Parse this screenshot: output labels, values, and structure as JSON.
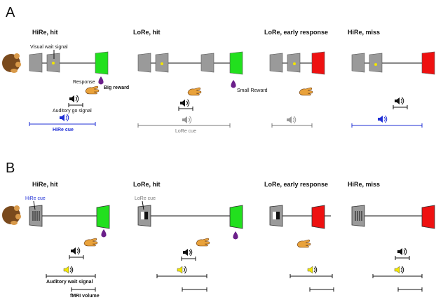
{
  "panels": {
    "A": {
      "letter": "A",
      "titles": [
        "HiRe, hit",
        "LoRe, hit",
        "LoRe, early response",
        "HiRe, miss"
      ],
      "labels": {
        "visual_wait_signal": "Visual wait signal",
        "response": "Response",
        "big_reward": "Big reward",
        "small_reward": "Small Reward",
        "auditory_go_signal": "Auditory go signal",
        "hire_cue": "HiRe cue",
        "lore_cue": "LoRe cue"
      }
    },
    "B": {
      "letter": "B",
      "titles": [
        "HiRe, hit",
        "LoRe, hit",
        "LoRe, early response",
        "HiRe, miss"
      ],
      "labels": {
        "hire_cue": "HiRe cue",
        "lore_cue": "LoRe cue",
        "auditory_wait_signal": "Auditory wait signal",
        "fmri_volume": "fMRI volume"
      }
    }
  },
  "colors": {
    "screen_gray": "#9a9a9a",
    "target_green": "#22e01e",
    "target_red": "#ee1111",
    "reward_purple": "#6b1f8a",
    "cue_blue": "#1f2fd6",
    "cue_gray": "#888888",
    "tone_yellow": "#f2e600",
    "head_brown": "#7a4a1d"
  },
  "icons": [
    "head-icon",
    "hand-icon",
    "drop-icon",
    "speaker-icon"
  ]
}
